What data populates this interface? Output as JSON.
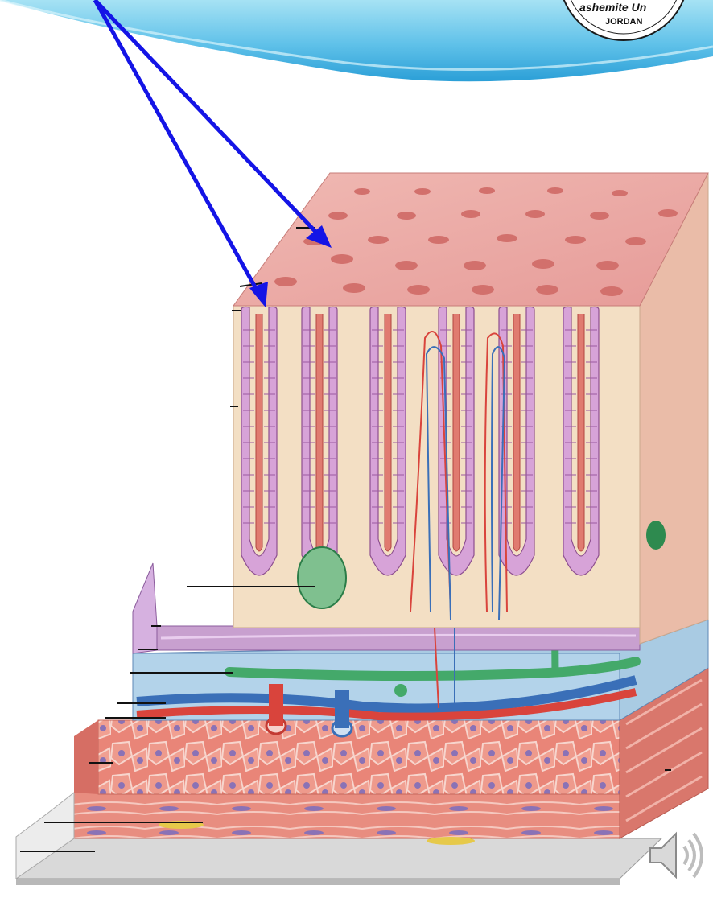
{
  "header": {
    "seal": {
      "lines": [
        "ashemite Un",
        "JORDAN"
      ]
    }
  },
  "diagram": {
    "subject": "cross-section-of-digestive-tract-wall",
    "pointer_arrow_color": "#1414e6",
    "colors": {
      "banner": "#2ba0d8",
      "mucosa": "#f3dfc4",
      "villus_surface": "#e8a0a0",
      "epithelium": "#d7a3d8",
      "submucosa": "#a9cbe3",
      "muscle": "#e7796e",
      "artery": "#d9443c",
      "vein": "#3a6fb8",
      "lymph": "#43a868"
    }
  },
  "controls": {
    "audio": {
      "icon": "speaker-icon"
    }
  }
}
